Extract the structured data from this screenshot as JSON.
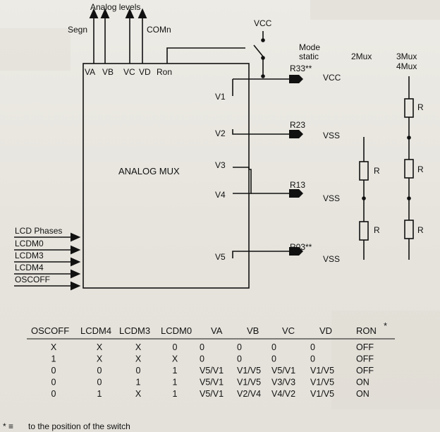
{
  "diagram": {
    "top_labels": {
      "analog_levels": "Analog levels",
      "segn": "Segn",
      "comn": "COMn"
    },
    "mux_pins": {
      "va": "VA",
      "vb": "VB",
      "vc": "VC",
      "vd": "VD",
      "ron": "Ron",
      "v1": "V1",
      "v2": "V2",
      "v3": "V3",
      "v4": "V4",
      "v5": "V5"
    },
    "mux_title": "ANALOG   MUX",
    "vcc_top": "VCC",
    "mode_header": {
      "mode": "Mode",
      "static": "static",
      "mux2": "2Mux",
      "mux3": "3Mux",
      "mux4": "4Mux"
    },
    "resistor_tags": [
      "R33**",
      "R23",
      "R13",
      "R03**"
    ],
    "rail_labels": [
      "VCC",
      "VSS",
      "VSS",
      "VSS"
    ],
    "resistor_label": "R",
    "inputs": [
      "LCD Phases",
      "LCDM0",
      "LCDM3",
      "LCDM4",
      "OSCOFF"
    ]
  },
  "truth_table": {
    "headers": [
      "OSCOFF",
      "LCDM4",
      "LCDM3",
      "LCDM0",
      "VA",
      "VB",
      "VC",
      "VD",
      "RON",
      "*"
    ],
    "rows": [
      [
        "X",
        "X",
        "X",
        "0",
        "0",
        "0",
        "0",
        "0",
        "OFF"
      ],
      [
        "1",
        "X",
        "X",
        "X",
        "0",
        "0",
        "0",
        "0",
        "OFF"
      ],
      [
        "0",
        "0",
        "0",
        "1",
        "V5/V1",
        "V1/V5",
        "V5/V1",
        "V1/V5",
        "OFF"
      ],
      [
        "0",
        "0",
        "1",
        "1",
        "V5/V1",
        "V1/V5",
        "V3/V3",
        "V1/V5",
        "ON"
      ],
      [
        "0",
        "1",
        "X",
        "1",
        "V5/V1",
        "V2/V4",
        "V4/V2",
        "V1/V5",
        "ON"
      ]
    ]
  },
  "footnote": {
    "mark": "* ≡",
    "text": "to the position of the switch"
  }
}
